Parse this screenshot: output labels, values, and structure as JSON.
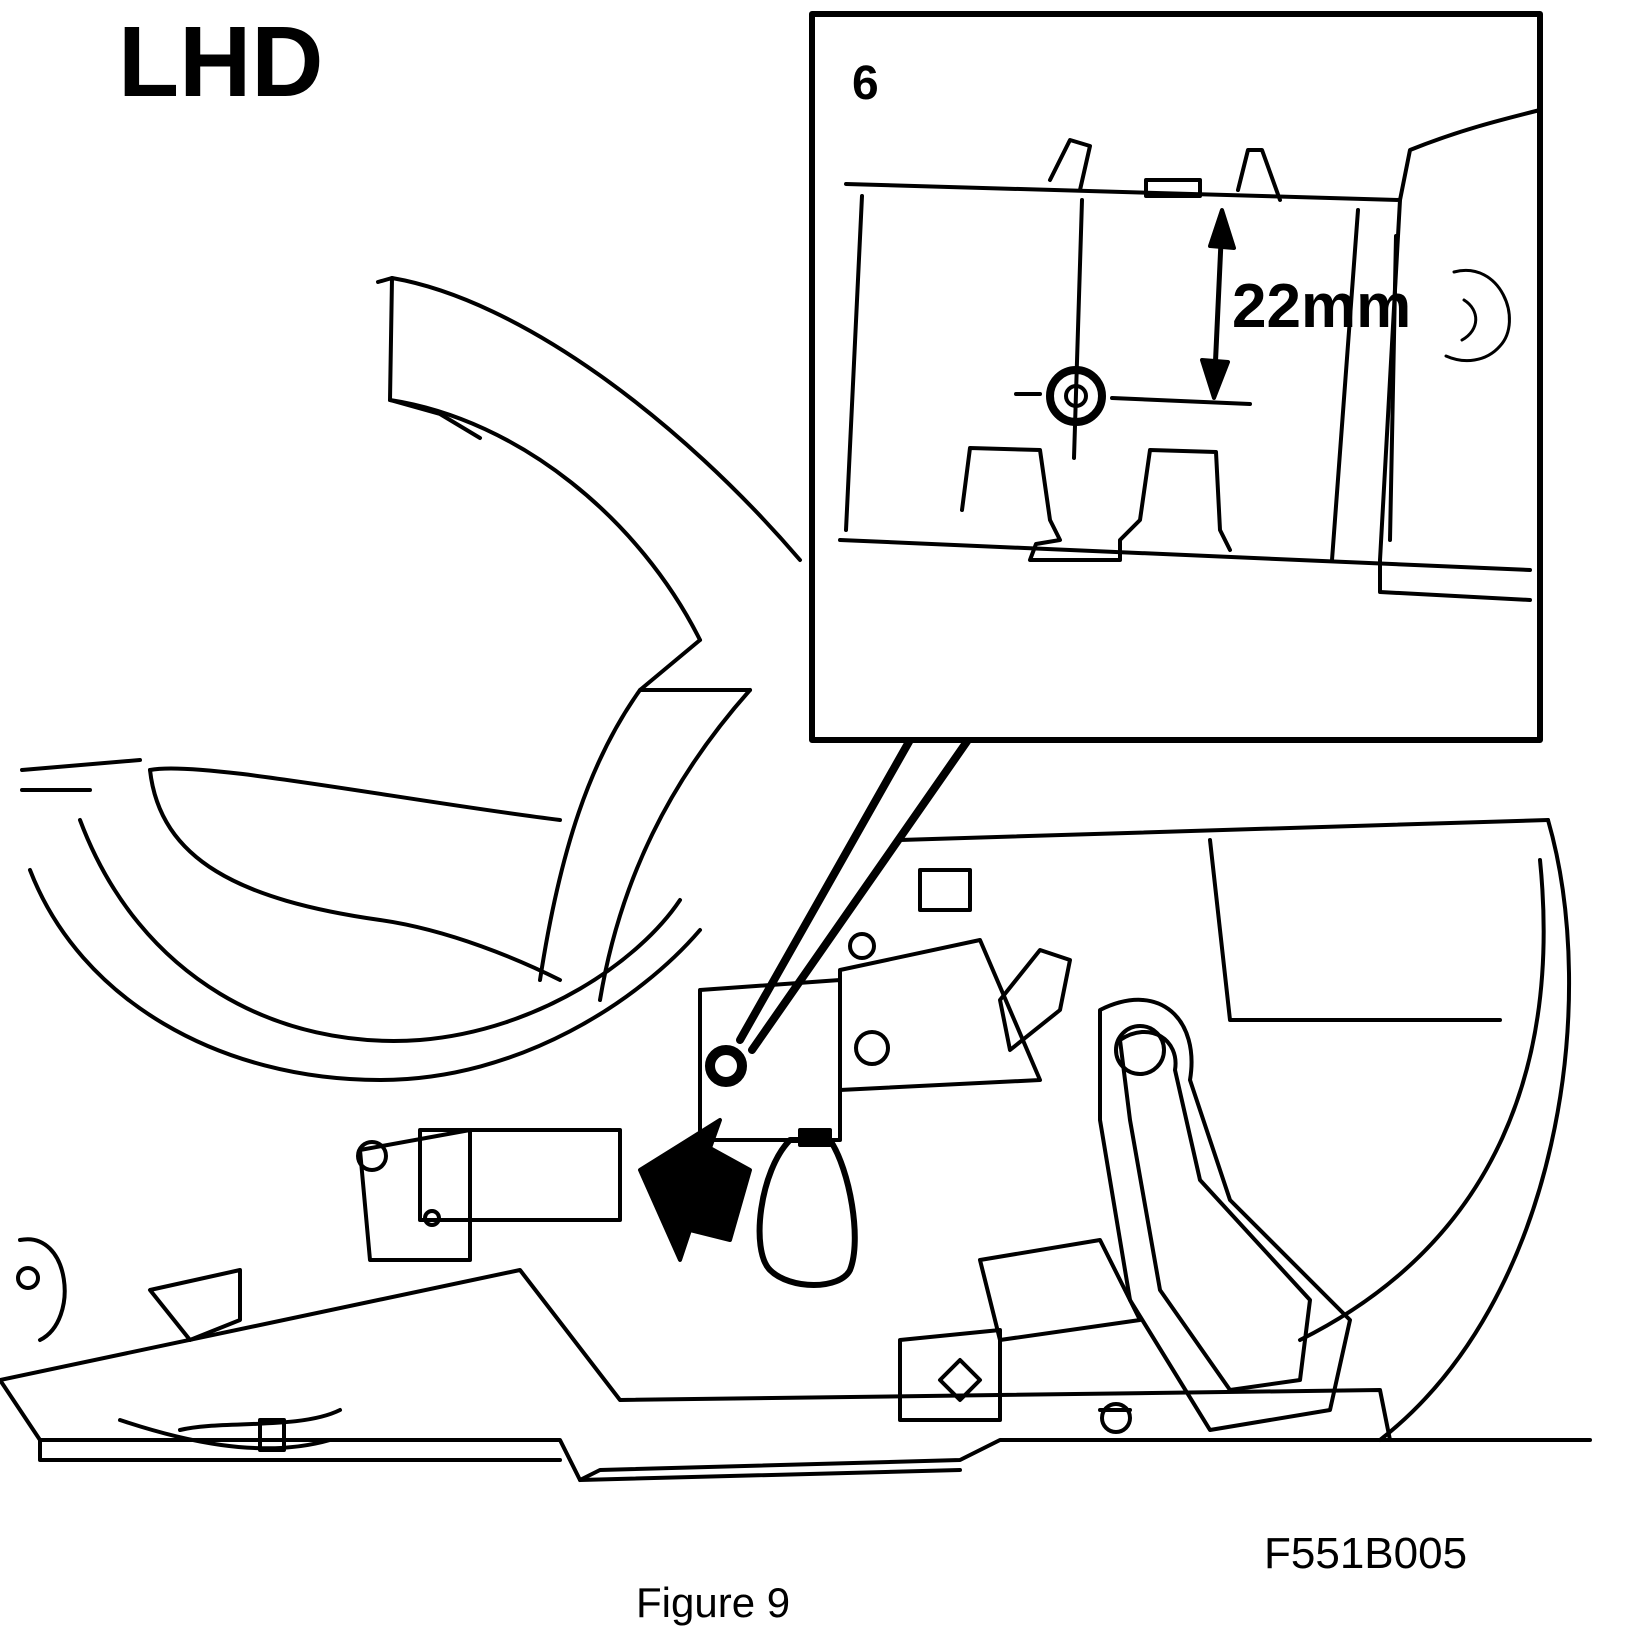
{
  "labels": {
    "variant": "LHD",
    "detail_number": "6",
    "dimension": "22mm",
    "figure_code": "F551B005",
    "caption": "Figure 9"
  }
}
